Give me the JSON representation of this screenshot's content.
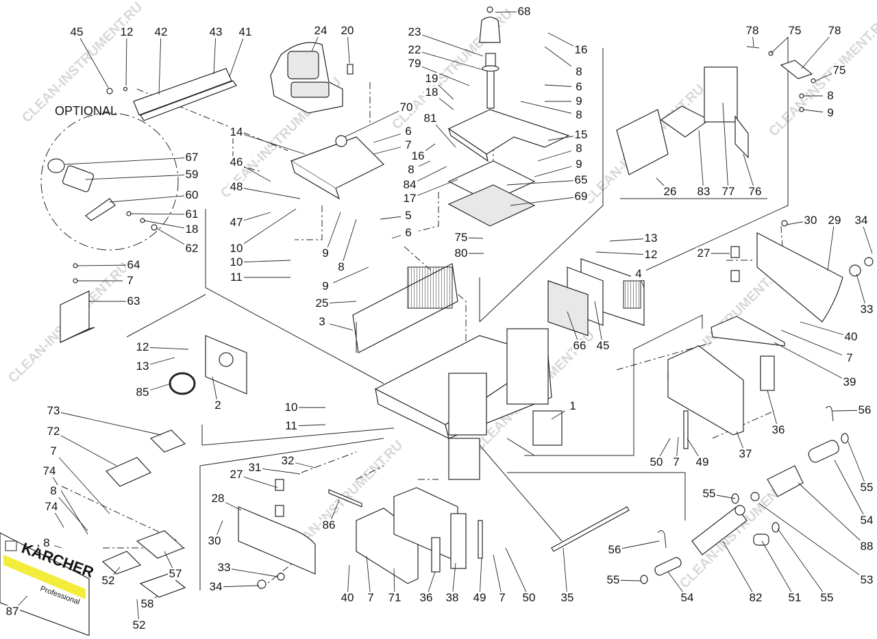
{
  "diagram": {
    "optional_label": "OPTIONAL",
    "brand_logo": "KÄRCHER",
    "brand_sub": "Professional",
    "watermark": "CLEAN-INSTRUMENT.RU"
  },
  "callouts": [
    {
      "id": "c45",
      "text": "45"
    },
    {
      "id": "c12a",
      "text": "12"
    },
    {
      "id": "c42",
      "text": "42"
    },
    {
      "id": "c43",
      "text": "43"
    },
    {
      "id": "c41",
      "text": "41"
    },
    {
      "id": "c24",
      "text": "24"
    },
    {
      "id": "c20",
      "text": "20"
    },
    {
      "id": "c68",
      "text": "68"
    },
    {
      "id": "c23",
      "text": "23"
    },
    {
      "id": "c16a",
      "text": "16"
    },
    {
      "id": "c22",
      "text": "22"
    },
    {
      "id": "c8a",
      "text": "8"
    },
    {
      "id": "c79",
      "text": "79"
    },
    {
      "id": "c6a",
      "text": "6"
    },
    {
      "id": "c19",
      "text": "19"
    },
    {
      "id": "c9a",
      "text": "9"
    },
    {
      "id": "c18a",
      "text": "18"
    },
    {
      "id": "c8b",
      "text": "8"
    },
    {
      "id": "c70",
      "text": "70"
    },
    {
      "id": "c81",
      "text": "81"
    },
    {
      "id": "c15",
      "text": "15"
    },
    {
      "id": "c6b",
      "text": "6"
    },
    {
      "id": "c7a",
      "text": "7"
    },
    {
      "id": "c16b",
      "text": "16"
    },
    {
      "id": "c8c",
      "text": "8"
    },
    {
      "id": "c8d",
      "text": "8"
    },
    {
      "id": "c9b",
      "text": "9"
    },
    {
      "id": "c84",
      "text": "84"
    },
    {
      "id": "c65",
      "text": "65"
    },
    {
      "id": "c17",
      "text": "17"
    },
    {
      "id": "c69",
      "text": "69"
    },
    {
      "id": "c78a",
      "text": "78"
    },
    {
      "id": "c75a",
      "text": "75"
    },
    {
      "id": "c78b",
      "text": "78"
    },
    {
      "id": "c75b",
      "text": "75"
    },
    {
      "id": "c8e",
      "text": "8"
    },
    {
      "id": "c9c",
      "text": "9"
    },
    {
      "id": "c26",
      "text": "26"
    },
    {
      "id": "c83",
      "text": "83"
    },
    {
      "id": "c77",
      "text": "77"
    },
    {
      "id": "c76",
      "text": "76"
    },
    {
      "id": "c14",
      "text": "14"
    },
    {
      "id": "c67",
      "text": "67"
    },
    {
      "id": "c59",
      "text": "59"
    },
    {
      "id": "c46",
      "text": "46"
    },
    {
      "id": "c60",
      "text": "60"
    },
    {
      "id": "c48",
      "text": "48"
    },
    {
      "id": "c61",
      "text": "61"
    },
    {
      "id": "c18b",
      "text": "18"
    },
    {
      "id": "c47",
      "text": "47"
    },
    {
      "id": "c62",
      "text": "62"
    },
    {
      "id": "c10a",
      "text": "10"
    },
    {
      "id": "c5",
      "text": "5"
    },
    {
      "id": "c6c",
      "text": "6"
    },
    {
      "id": "c9d",
      "text": "9"
    },
    {
      "id": "c8f",
      "text": "8"
    },
    {
      "id": "c75c",
      "text": "75"
    },
    {
      "id": "c80",
      "text": "80"
    },
    {
      "id": "c10b",
      "text": "10"
    },
    {
      "id": "c64",
      "text": "64"
    },
    {
      "id": "c7b",
      "text": "7"
    },
    {
      "id": "c11a",
      "text": "11"
    },
    {
      "id": "c9e",
      "text": "9"
    },
    {
      "id": "c63",
      "text": "63"
    },
    {
      "id": "c25",
      "text": "25"
    },
    {
      "id": "c3",
      "text": "3"
    },
    {
      "id": "c13a",
      "text": "13"
    },
    {
      "id": "c12b",
      "text": "12"
    },
    {
      "id": "c4",
      "text": "4"
    },
    {
      "id": "c66",
      "text": "66"
    },
    {
      "id": "c45b",
      "text": "45"
    },
    {
      "id": "c30a",
      "text": "30"
    },
    {
      "id": "c29",
      "text": "29"
    },
    {
      "id": "c34a",
      "text": "34"
    },
    {
      "id": "c27a",
      "text": "27"
    },
    {
      "id": "c33a",
      "text": "33"
    },
    {
      "id": "c40a",
      "text": "40"
    },
    {
      "id": "c7c",
      "text": "7"
    },
    {
      "id": "c39",
      "text": "39"
    },
    {
      "id": "c12c",
      "text": "12"
    },
    {
      "id": "c13b",
      "text": "13"
    },
    {
      "id": "c85",
      "text": "85"
    },
    {
      "id": "c2",
      "text": "2"
    },
    {
      "id": "c10c",
      "text": "10"
    },
    {
      "id": "c11b",
      "text": "11"
    },
    {
      "id": "c1",
      "text": "1"
    },
    {
      "id": "c36a",
      "text": "36"
    },
    {
      "id": "c37",
      "text": "37"
    },
    {
      "id": "c50a",
      "text": "50"
    },
    {
      "id": "c7d",
      "text": "7"
    },
    {
      "id": "c49a",
      "text": "49"
    },
    {
      "id": "c56a",
      "text": "56"
    },
    {
      "id": "c55a",
      "text": "55"
    },
    {
      "id": "c55b",
      "text": "55"
    },
    {
      "id": "c54a",
      "text": "54"
    },
    {
      "id": "c88",
      "text": "88"
    },
    {
      "id": "c53",
      "text": "53"
    },
    {
      "id": "c73",
      "text": "73"
    },
    {
      "id": "c72",
      "text": "72"
    },
    {
      "id": "c7e",
      "text": "7"
    },
    {
      "id": "c74a",
      "text": "74"
    },
    {
      "id": "c8g",
      "text": "8"
    },
    {
      "id": "c74b",
      "text": "74"
    },
    {
      "id": "c8h",
      "text": "8"
    },
    {
      "id": "c57",
      "text": "57"
    },
    {
      "id": "c52a",
      "text": "52"
    },
    {
      "id": "c58",
      "text": "58"
    },
    {
      "id": "c52b",
      "text": "52"
    },
    {
      "id": "c87",
      "text": "87"
    },
    {
      "id": "c32",
      "text": "32"
    },
    {
      "id": "c31",
      "text": "31"
    },
    {
      "id": "c27b",
      "text": "27"
    },
    {
      "id": "c28",
      "text": "28"
    },
    {
      "id": "c30b",
      "text": "30"
    },
    {
      "id": "c33b",
      "text": "33"
    },
    {
      "id": "c34b",
      "text": "34"
    },
    {
      "id": "c86",
      "text": "86"
    },
    {
      "id": "c40b",
      "text": "40"
    },
    {
      "id": "c7f",
      "text": "7"
    },
    {
      "id": "c71",
      "text": "71"
    },
    {
      "id": "c36b",
      "text": "36"
    },
    {
      "id": "c38",
      "text": "38"
    },
    {
      "id": "c49b",
      "text": "49"
    },
    {
      "id": "c7g",
      "text": "7"
    },
    {
      "id": "c50b",
      "text": "50"
    },
    {
      "id": "c35",
      "text": "35"
    },
    {
      "id": "c56b",
      "text": "56"
    },
    {
      "id": "c55c",
      "text": "55"
    },
    {
      "id": "c54b",
      "text": "54"
    },
    {
      "id": "c82",
      "text": "82"
    },
    {
      "id": "c51",
      "text": "51"
    },
    {
      "id": "c55d",
      "text": "55"
    }
  ]
}
